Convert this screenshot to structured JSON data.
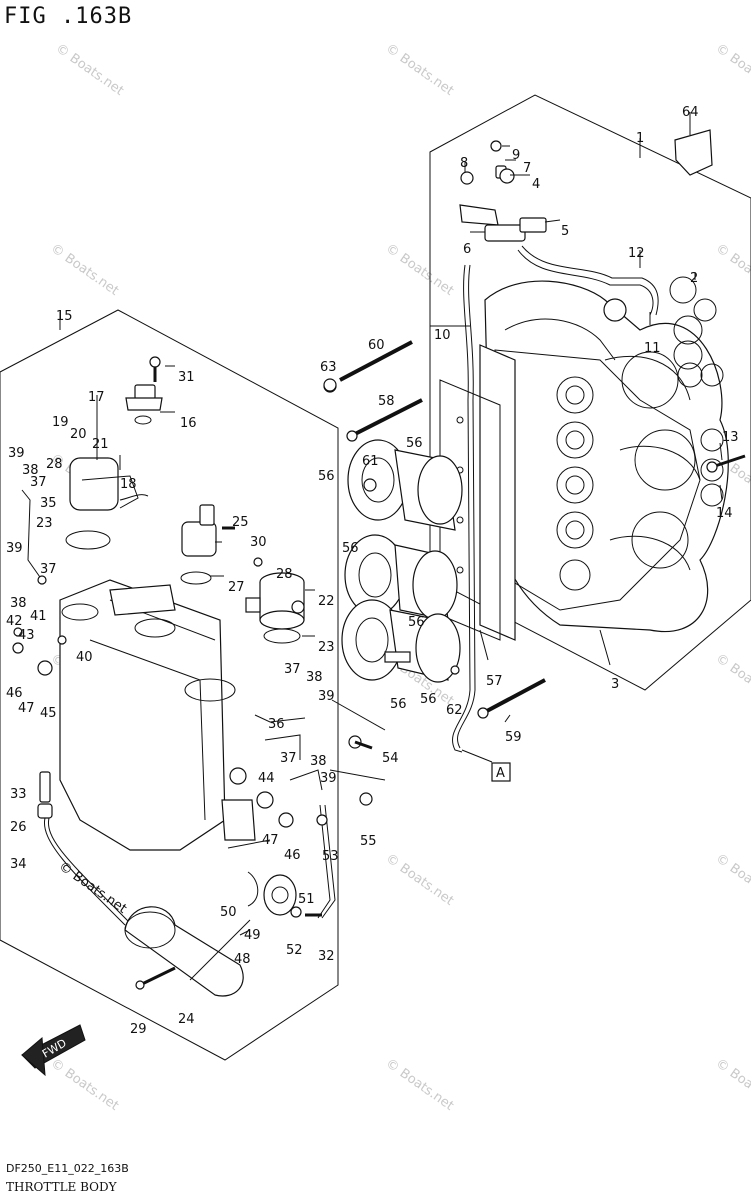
{
  "figure": {
    "title": "FIG .163B",
    "code": "DF250_E11_022_163B",
    "caption": "THROTTLE BODY",
    "watermark": "© Boats.net",
    "ref_box": "A",
    "fwd_label": "FWD"
  },
  "callouts": [
    {
      "id": "c1",
      "label": "1"
    },
    {
      "id": "c2",
      "label": "2"
    },
    {
      "id": "c3",
      "label": "3"
    },
    {
      "id": "c4",
      "label": "4"
    },
    {
      "id": "c5",
      "label": "5"
    },
    {
      "id": "c6",
      "label": "6"
    },
    {
      "id": "c7",
      "label": "7"
    },
    {
      "id": "c8",
      "label": "8"
    },
    {
      "id": "c9",
      "label": "9"
    },
    {
      "id": "c10",
      "label": "10"
    },
    {
      "id": "c11",
      "label": "11"
    },
    {
      "id": "c12",
      "label": "12"
    },
    {
      "id": "c13",
      "label": "13"
    },
    {
      "id": "c14",
      "label": "14"
    },
    {
      "id": "c15",
      "label": "15"
    },
    {
      "id": "c16",
      "label": "16"
    },
    {
      "id": "c17",
      "label": "17"
    },
    {
      "id": "c18",
      "label": "18"
    },
    {
      "id": "c19",
      "label": "19"
    },
    {
      "id": "c20",
      "label": "20"
    },
    {
      "id": "c21",
      "label": "21"
    },
    {
      "id": "c22",
      "label": "22"
    },
    {
      "id": "c23a",
      "label": "23"
    },
    {
      "id": "c23b",
      "label": "23"
    },
    {
      "id": "c24",
      "label": "24"
    },
    {
      "id": "c25",
      "label": "25"
    },
    {
      "id": "c26",
      "label": "26"
    },
    {
      "id": "c27",
      "label": "27"
    },
    {
      "id": "c28a",
      "label": "28"
    },
    {
      "id": "c28b",
      "label": "28"
    },
    {
      "id": "c29",
      "label": "29"
    },
    {
      "id": "c30",
      "label": "30"
    },
    {
      "id": "c31",
      "label": "31"
    },
    {
      "id": "c32",
      "label": "32"
    },
    {
      "id": "c33",
      "label": "33"
    },
    {
      "id": "c34",
      "label": "34"
    },
    {
      "id": "c35",
      "label": "35"
    },
    {
      "id": "c36",
      "label": "36"
    },
    {
      "id": "c37a",
      "label": "37"
    },
    {
      "id": "c37b",
      "label": "37"
    },
    {
      "id": "c37c",
      "label": "37"
    },
    {
      "id": "c37d",
      "label": "37"
    },
    {
      "id": "c38a",
      "label": "38"
    },
    {
      "id": "c38b",
      "label": "38"
    },
    {
      "id": "c38c",
      "label": "38"
    },
    {
      "id": "c38d",
      "label": "38"
    },
    {
      "id": "c39a",
      "label": "39"
    },
    {
      "id": "c39b",
      "label": "39"
    },
    {
      "id": "c39c",
      "label": "39"
    },
    {
      "id": "c39d",
      "label": "39"
    },
    {
      "id": "c40",
      "label": "40"
    },
    {
      "id": "c41",
      "label": "41"
    },
    {
      "id": "c42",
      "label": "42"
    },
    {
      "id": "c43",
      "label": "43"
    },
    {
      "id": "c44",
      "label": "44"
    },
    {
      "id": "c45",
      "label": "45"
    },
    {
      "id": "c46a",
      "label": "46"
    },
    {
      "id": "c46b",
      "label": "46"
    },
    {
      "id": "c47a",
      "label": "47"
    },
    {
      "id": "c47b",
      "label": "47"
    },
    {
      "id": "c48",
      "label": "48"
    },
    {
      "id": "c49",
      "label": "49"
    },
    {
      "id": "c50",
      "label": "50"
    },
    {
      "id": "c51",
      "label": "51"
    },
    {
      "id": "c52",
      "label": "52"
    },
    {
      "id": "c53",
      "label": "53"
    },
    {
      "id": "c54",
      "label": "54"
    },
    {
      "id": "c55",
      "label": "55"
    },
    {
      "id": "c56a",
      "label": "56"
    },
    {
      "id": "c56b",
      "label": "56"
    },
    {
      "id": "c56c",
      "label": "56"
    },
    {
      "id": "c56d",
      "label": "56"
    },
    {
      "id": "c56e",
      "label": "56"
    },
    {
      "id": "c56f",
      "label": "56"
    },
    {
      "id": "c57",
      "label": "57"
    },
    {
      "id": "c58",
      "label": "58"
    },
    {
      "id": "c59",
      "label": "59"
    },
    {
      "id": "c60",
      "label": "60"
    },
    {
      "id": "c61",
      "label": "61"
    },
    {
      "id": "c62",
      "label": "62"
    },
    {
      "id": "c63",
      "label": "63"
    },
    {
      "id": "c64",
      "label": "64"
    }
  ]
}
